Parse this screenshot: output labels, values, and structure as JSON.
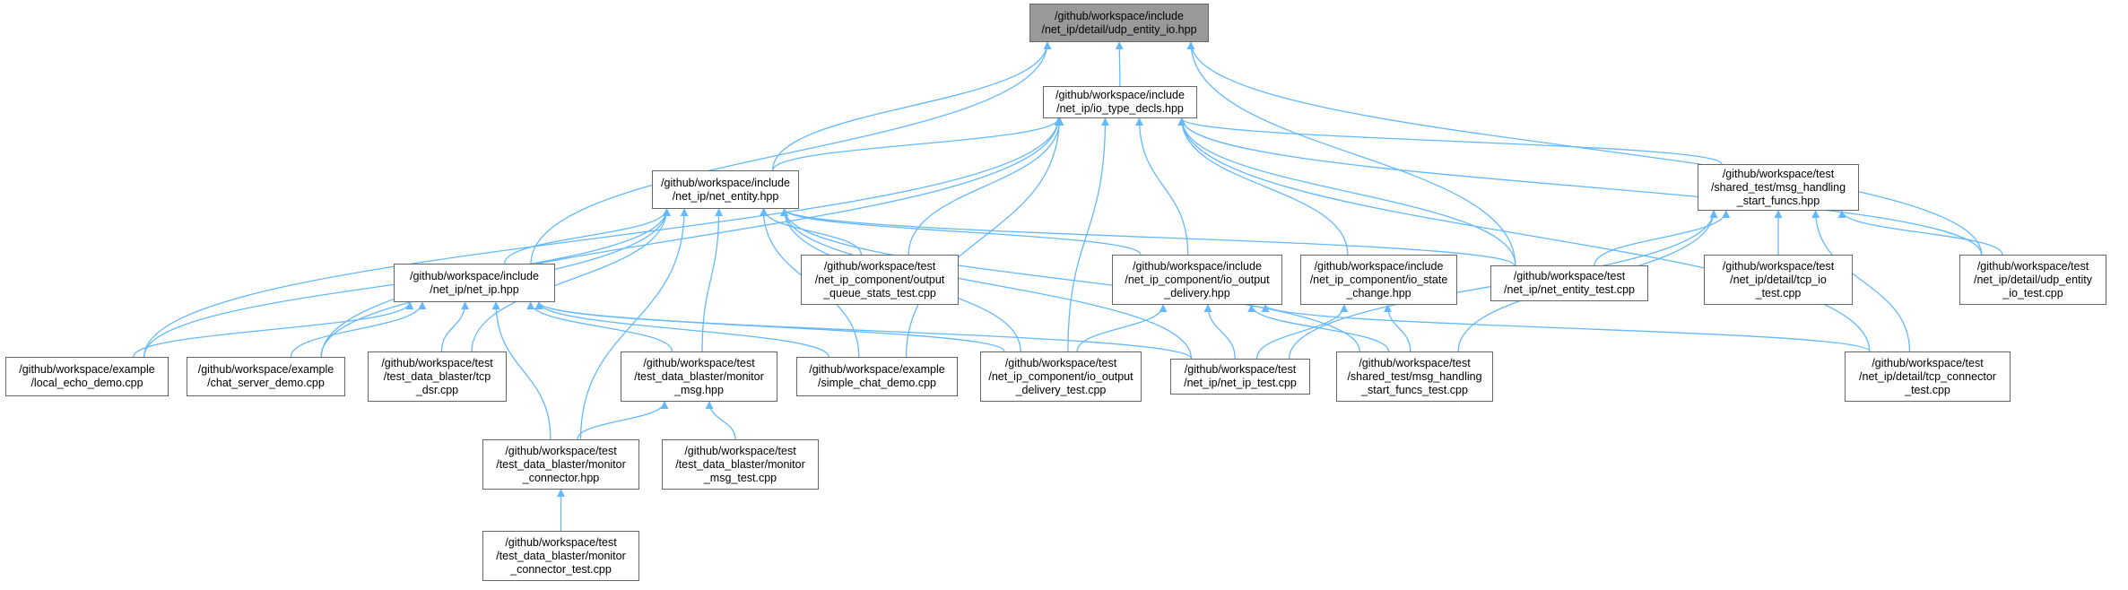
{
  "colors": {
    "edge": "#63b8ff",
    "node_border": "#666666",
    "node_fill": "#ffffff",
    "focus_fill": "#999999"
  },
  "nodes": {
    "udp_entity_io": {
      "lines": [
        "/github/workspace/include",
        "/net_ip/detail/udp_entity_io.hpp"
      ],
      "focus": true
    },
    "io_type_decls": {
      "lines": [
        "/github/workspace/include",
        "/net_ip/io_type_decls.hpp"
      ]
    },
    "net_entity": {
      "lines": [
        "/github/workspace/include",
        "/net_ip/net_entity.hpp"
      ]
    },
    "msg_handling_start_funcs": {
      "lines": [
        "/github/workspace/test",
        "/shared_test/msg_handling",
        "_start_funcs.hpp"
      ]
    },
    "net_ip": {
      "lines": [
        "/github/workspace/include",
        "/net_ip/net_ip.hpp"
      ]
    },
    "output_queue_stats_test": {
      "lines": [
        "/github/workspace/test",
        "/net_ip_component/output",
        "_queue_stats_test.cpp"
      ]
    },
    "io_output_delivery": {
      "lines": [
        "/github/workspace/include",
        "/net_ip_component/io_output",
        "_delivery.hpp"
      ]
    },
    "io_state_change": {
      "lines": [
        "/github/workspace/include",
        "/net_ip_component/io_state",
        "_change.hpp"
      ]
    },
    "net_entity_test": {
      "lines": [
        "/github/workspace/test",
        "/net_ip/net_entity_test.cpp"
      ]
    },
    "tcp_io_test": {
      "lines": [
        "/github/workspace/test",
        "/net_ip/detail/tcp_io",
        "_test.cpp"
      ]
    },
    "udp_entity_io_test": {
      "lines": [
        "/github/workspace/test",
        "/net_ip/detail/udp_entity",
        "_io_test.cpp"
      ]
    },
    "local_echo_demo": {
      "lines": [
        "/github/workspace/example",
        "/local_echo_demo.cpp"
      ]
    },
    "chat_server_demo": {
      "lines": [
        "/github/workspace/example",
        "/chat_server_demo.cpp"
      ]
    },
    "tcp_dsr": {
      "lines": [
        "/github/workspace/test",
        "/test_data_blaster/tcp",
        "_dsr.cpp"
      ]
    },
    "monitor_msg": {
      "lines": [
        "/github/workspace/test",
        "/test_data_blaster/monitor",
        "_msg.hpp"
      ]
    },
    "simple_chat_demo": {
      "lines": [
        "/github/workspace/example",
        "/simple_chat_demo.cpp"
      ]
    },
    "io_output_delivery_test": {
      "lines": [
        "/github/workspace/test",
        "/net_ip_component/io_output",
        "_delivery_test.cpp"
      ]
    },
    "net_ip_test": {
      "lines": [
        "/github/workspace/test",
        "/net_ip/net_ip_test.cpp"
      ]
    },
    "msg_handling_start_funcs_test": {
      "lines": [
        "/github/workspace/test",
        "/shared_test/msg_handling",
        "_start_funcs_test.cpp"
      ]
    },
    "tcp_connector_test": {
      "lines": [
        "/github/workspace/test",
        "/net_ip/detail/tcp_connector",
        "_test.cpp"
      ]
    },
    "monitor_connector": {
      "lines": [
        "/github/workspace/test",
        "/test_data_blaster/monitor",
        "_connector.hpp"
      ]
    },
    "monitor_msg_test": {
      "lines": [
        "/github/workspace/test",
        "/test_data_blaster/monitor",
        "_msg_test.cpp"
      ]
    },
    "monitor_connector_test": {
      "lines": [
        "/github/workspace/test",
        "/test_data_blaster/monitor",
        "_connector_test.cpp"
      ]
    }
  },
  "edges": [
    [
      "io_type_decls",
      "udp_entity_io"
    ],
    [
      "net_entity",
      "udp_entity_io"
    ],
    [
      "net_ip",
      "udp_entity_io"
    ],
    [
      "net_entity_test",
      "udp_entity_io"
    ],
    [
      "udp_entity_io_test",
      "udp_entity_io"
    ],
    [
      "net_entity",
      "io_type_decls"
    ],
    [
      "msg_handling_start_funcs",
      "io_type_decls"
    ],
    [
      "output_queue_stats_test",
      "io_type_decls"
    ],
    [
      "io_output_delivery",
      "io_type_decls"
    ],
    [
      "io_state_change",
      "io_type_decls"
    ],
    [
      "net_entity_test",
      "io_type_decls"
    ],
    [
      "udp_entity_io_test",
      "io_type_decls"
    ],
    [
      "local_echo_demo",
      "io_type_decls"
    ],
    [
      "chat_server_demo",
      "io_type_decls"
    ],
    [
      "simple_chat_demo",
      "io_type_decls"
    ],
    [
      "io_output_delivery_test",
      "io_type_decls"
    ],
    [
      "tcp_connector_test",
      "io_type_decls"
    ],
    [
      "net_ip",
      "net_entity"
    ],
    [
      "output_queue_stats_test",
      "net_entity"
    ],
    [
      "io_output_delivery",
      "net_entity"
    ],
    [
      "net_entity_test",
      "net_entity"
    ],
    [
      "local_echo_demo",
      "net_entity"
    ],
    [
      "chat_server_demo",
      "net_entity"
    ],
    [
      "tcp_dsr",
      "net_entity"
    ],
    [
      "monitor_msg",
      "net_entity"
    ],
    [
      "simple_chat_demo",
      "net_entity"
    ],
    [
      "io_output_delivery_test",
      "net_entity"
    ],
    [
      "net_ip_test",
      "net_entity"
    ],
    [
      "msg_handling_start_funcs_test",
      "net_entity"
    ],
    [
      "monitor_connector",
      "net_entity"
    ],
    [
      "local_echo_demo",
      "net_ip"
    ],
    [
      "chat_server_demo",
      "net_ip"
    ],
    [
      "tcp_dsr",
      "net_ip"
    ],
    [
      "monitor_msg",
      "net_ip"
    ],
    [
      "simple_chat_demo",
      "net_ip"
    ],
    [
      "io_output_delivery_test",
      "net_ip"
    ],
    [
      "net_ip_test",
      "net_ip"
    ],
    [
      "monitor_connector",
      "net_ip"
    ],
    [
      "io_output_delivery_test",
      "io_output_delivery"
    ],
    [
      "net_ip_test",
      "io_output_delivery"
    ],
    [
      "msg_handling_start_funcs_test",
      "io_output_delivery"
    ],
    [
      "tcp_connector_test",
      "io_output_delivery"
    ],
    [
      "net_ip_test",
      "io_state_change"
    ],
    [
      "msg_handling_start_funcs_test",
      "io_state_change"
    ],
    [
      "net_entity_test",
      "msg_handling_start_funcs"
    ],
    [
      "tcp_io_test",
      "msg_handling_start_funcs"
    ],
    [
      "udp_entity_io_test",
      "msg_handling_start_funcs"
    ],
    [
      "net_ip_test",
      "msg_handling_start_funcs"
    ],
    [
      "msg_handling_start_funcs_test",
      "msg_handling_start_funcs"
    ],
    [
      "tcp_connector_test",
      "msg_handling_start_funcs"
    ],
    [
      "monitor_connector",
      "monitor_msg"
    ],
    [
      "monitor_msg_test",
      "monitor_msg"
    ],
    [
      "monitor_connector_test",
      "monitor_connector"
    ]
  ]
}
